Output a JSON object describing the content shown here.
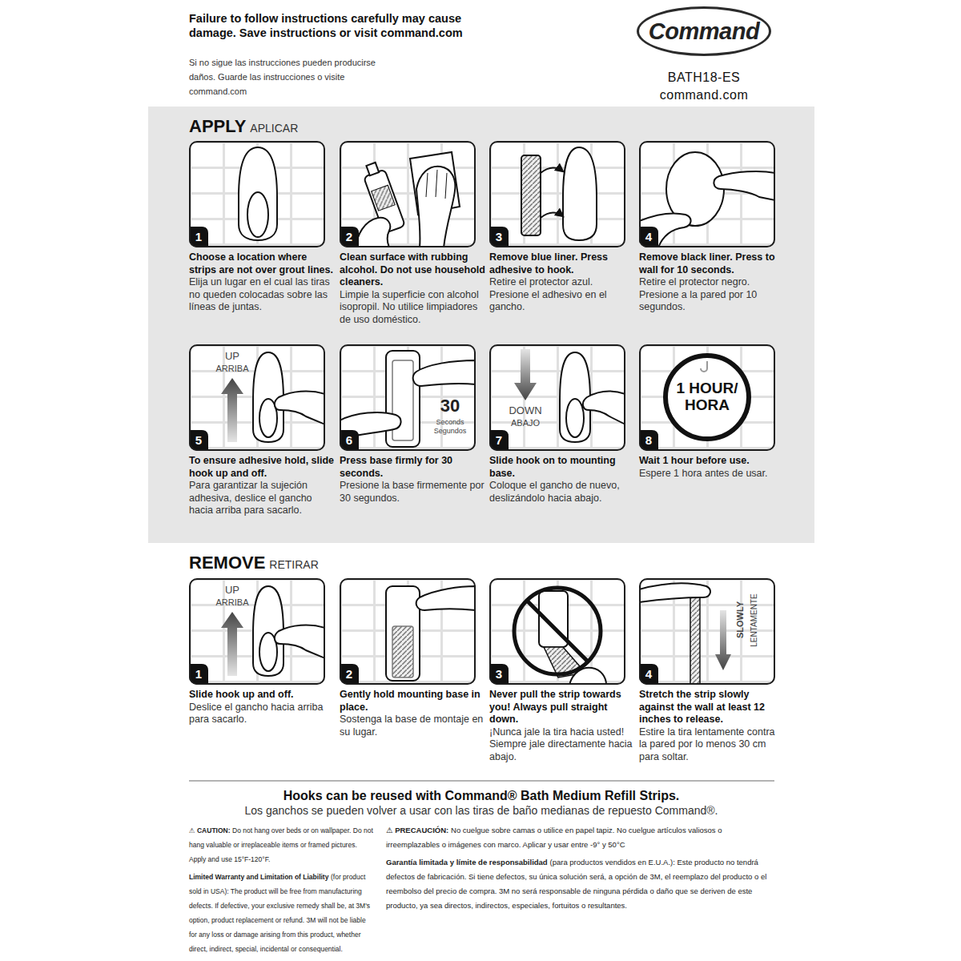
{
  "diagram": {
    "nodes": [
      {
        "text": [
          "Command"
        ]
      },
      {
        "text": [
          "APPLY",
          "APLICAR"
        ]
      },
      {
        "text": [
          "1",
          "Choose a location where strips are not over grout lines.",
          "Elija un lugar en el cual las tiras no queden colocadas sobre las líneas de juntas."
        ],
        "in": 1
      },
      {
        "text": [
          "2",
          "Clean surface with rubbing alcohol. Do not use household cleaners.",
          "Limpie la superficie con alcohol isopropil. No utilice limpiadores de uso doméstico."
        ],
        "in": 1
      },
      {
        "text": [
          "3",
          "Remove blue liner. Press adhesive to hook.",
          "Retire el protector azul. Presione el adhesivo en el gancho."
        ],
        "in": 1
      },
      {
        "text": [
          "4",
          "Remove black liner. Press to wall for 10 seconds.",
          "Retire el protector negro. Presione a la pared por 10 segundos."
        ],
        "in": 1
      },
      {
        "text": [
          "5",
          "UP",
          "ARRIBA",
          "To ensure adhesive hold, slide hook up and off.",
          "Para garantizar la sujeción adhesiva, deslice el gancho hacia arriba para sacarlo."
        ],
        "in": 1
      },
      {
        "text": [
          "6",
          "30",
          "Seconds",
          "Segundos",
          "Press base firmly for 30 seconds.",
          "Presione la base firmemente por 30 segundos."
        ],
        "in": 1
      },
      {
        "text": [
          "7",
          "DOWN",
          "ABAJO",
          "Slide hook on to mounting base.",
          "Coloque el gancho de nuevo, deslizándolo hacia abajo."
        ],
        "in": 1
      },
      {
        "text": [
          "8",
          "1 HOUR/ HORA",
          "Wait 1 hour before use.",
          "Espere 1 hora antes de usar."
        ],
        "in": 1
      },
      {
        "text": [
          "1",
          "UP",
          "ARRIBA",
          "Slide hook up and off.",
          "Deslice el gancho hacia arriba para sacarlo."
        ]
      },
      {
        "text": [
          "2",
          "Gently hold mounting base in place.",
          "Sostenga la base de montaje en su lugar."
        ]
      },
      {
        "text": [
          "3",
          "Never pull the strip towards you! Always pull straight down.",
          "¡Nunca jale la tira hacia usted! Siempre jale directamente hacia abajo."
        ]
      },
      {
        "text": [
          "4",
          "SLOWLY",
          "LENTAMENTE",
          "Stretch the strip slowly against the wall at least 12 inches to release.",
          "Estire la tira lentamente contra la pared por lo menos 30 cm para soltar."
        ]
      }
    ],
    "labels": [
      "Failure to follow instructions carefully may cause damage. Save instructions or visit command.com",
      "Si no sigue las instrucciones pueden producirse daños. Guarde las instrucciones o visite command.com",
      "BATH18-ES",
      "command.com",
      "REMOVE",
      "RETIRAR",
      "Hooks can be reused with Command® Bath Medium Refill Strips.",
      "Los ganchos se pueden volver a usar con las tiras de baño medianas de repuesto Command®.",
      "⚠ CAUTION:",
      "Do not hang over beds or on wallpaper. Do not hang valuable or irreplaceable items or framed pictures. Apply and use 15°F-120°F.",
      "Limited Warranty and Limitation of Liability",
      "(for product sold in USA): The product will be free from manufacturing defects. If defective, your exclusive remedy shall be, at 3M's option, product replacement or refund. 3M will not be liable for any loss or damage arising from this product, whether direct, indirect, special, incidental or consequential.",
      "⚠ PRECAUCIÓN:",
      "No cuelgue sobre camas o utilice en papel tapiz. No cuelgue artículos valiosos o irreemplazables o imágenes con marco. Aplicar y usar entre -9° y 50°C",
      "Garantía limitada y límite de responsabilidad",
      "(para productos vendidos en E.U.A.): Este producto no tendrá defectos de fabricación. Si tiene defectos, su única solución será, a opción de 3M, el reemplazo del producto o el reembolso del precio de compra. 3M no será responsable de ninguna pérdida o daño que se deriven de este producto, ya sea directos, indirectos, especiales, fortuitos o resultantes."
    ]
  }
}
